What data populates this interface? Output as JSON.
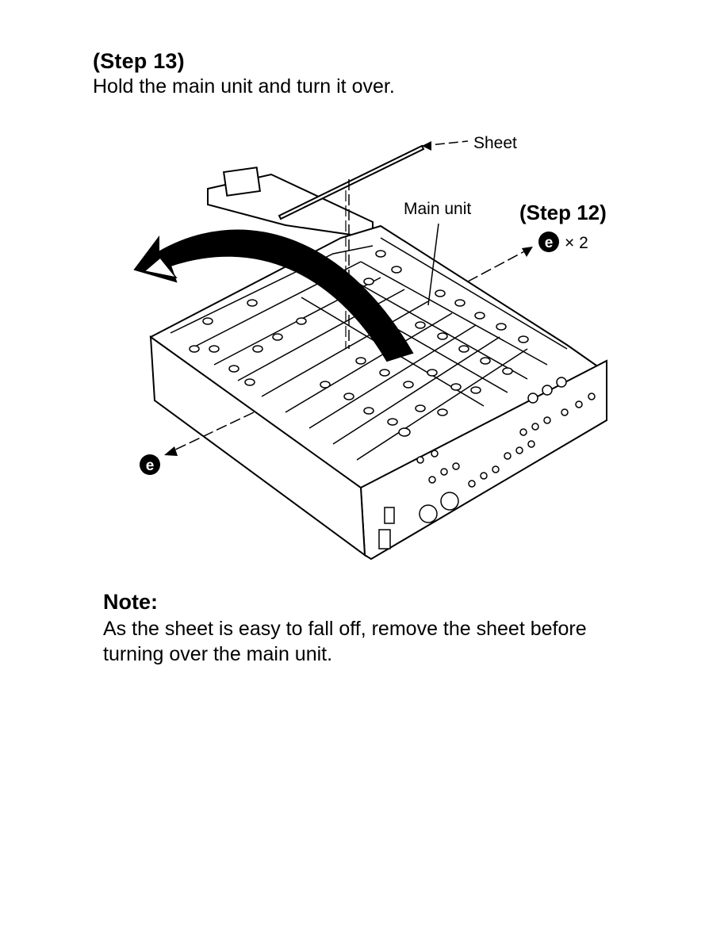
{
  "step": {
    "title": "(Step 13)",
    "instruction": "Hold the main unit and turn it over."
  },
  "figure": {
    "sheet_label": "Sheet",
    "main_unit_label": "Main unit",
    "prev_step_label": "(Step 12)",
    "screw_symbol": "e",
    "screw_count_label": "× 2",
    "icons": [
      "turn-over-arrow-icon",
      "screw-e-icon"
    ]
  },
  "note": {
    "title": "Note:",
    "text": "As the sheet is easy to fall off, remove the sheet before turning over the main unit."
  },
  "colors": {
    "ink": "#000000",
    "paper": "#ffffff",
    "panel_fill": "#ffffff"
  }
}
